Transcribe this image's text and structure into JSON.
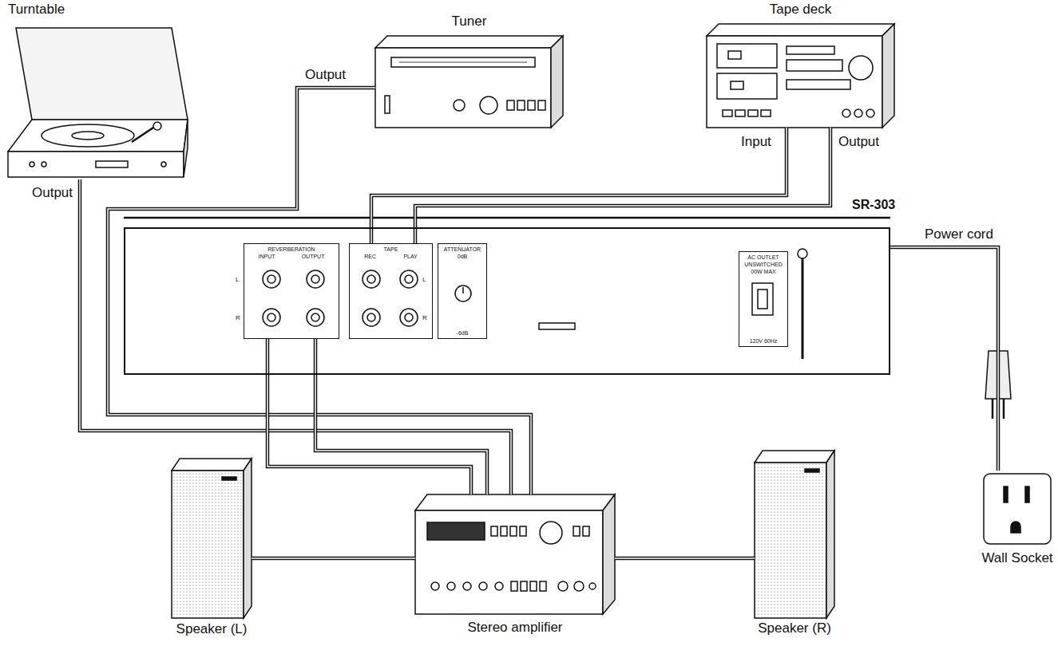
{
  "diagram": {
    "nodes": [
      {
        "text": [
          "Turntable"
        ]
      },
      {
        "text": [
          "Tuner"
        ]
      },
      {
        "text": [
          "Tape deck"
        ]
      },
      {
        "text": [
          "SR-303"
        ]
      },
      {
        "text": [
          "REVERBERATION",
          "INPUT",
          "OUTPUT"
        ],
        "in": 3
      },
      {
        "text": [
          "TAPE",
          "REC",
          "PLAY"
        ],
        "in": 3
      },
      {
        "text": [
          "ATTENUATOR",
          "0dB",
          "-6dB"
        ],
        "in": 3
      },
      {
        "text": [
          "AC OUTLET UNSWITCHED 00W MAX",
          "120V 60Hz"
        ],
        "in": 3
      },
      {
        "text": [
          "Wall Socket"
        ]
      },
      {
        "text": [
          "Speaker (L)"
        ]
      },
      {
        "text": [
          "Stereo amplifier"
        ]
      },
      {
        "text": [
          "Speaker (R)"
        ]
      }
    ],
    "edges": [
      {
        "from": 0,
        "to": 10,
        "arrow": "none"
      },
      {
        "from": 1,
        "to": 10,
        "arrow": "none"
      },
      {
        "from": 5,
        "to": 2,
        "arrow": "none"
      },
      {
        "from": 2,
        "to": 5,
        "arrow": "none"
      },
      {
        "from": 10,
        "to": 4,
        "arrow": "none"
      },
      {
        "from": 4,
        "to": 10,
        "arrow": "none"
      },
      {
        "from": 10,
        "to": 9,
        "arrow": "none"
      },
      {
        "from": 10,
        "to": 11,
        "arrow": "none"
      },
      {
        "from": 3,
        "to": 8,
        "arrow": "none"
      }
    ],
    "labels": [
      "Output",
      "Output",
      "Input",
      "Output",
      "Power cord",
      "L",
      "R",
      "L",
      "R"
    ]
  }
}
